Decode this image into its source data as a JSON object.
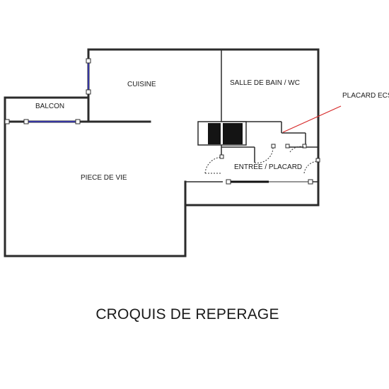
{
  "plan": {
    "rooms": {
      "cuisine": "CUISINE",
      "salle_de_bain": "SALLE DE BAIN / WC",
      "balcon": "BALCON",
      "piece_de_vie": "PIECE DE VIE",
      "entree": "ENTREE / PLACARD",
      "placard_ecs": "PLACARD ECS"
    },
    "caption": "CROQUIS DE REPERAGE",
    "colors": {
      "wall": "#2b2b2b",
      "window": "#3b3bc8",
      "leader": "#d62828"
    }
  }
}
